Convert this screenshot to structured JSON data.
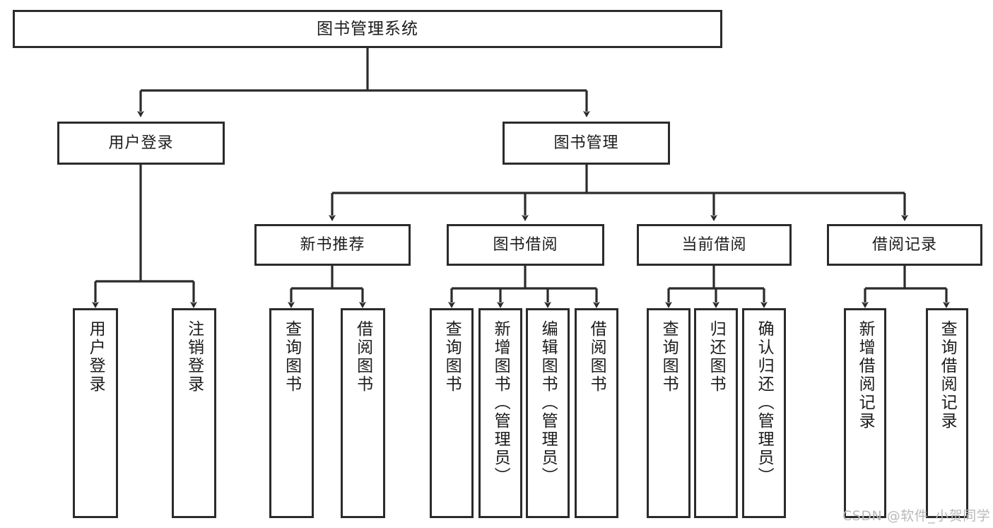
{
  "diagram": {
    "title": "图书管理系统",
    "type": "tree-hierarchy",
    "watermark": "CSDN @软件_小贺同学",
    "colors": {
      "box_border": "#2b2b2b",
      "box_fill": "#ffffff",
      "edge": "#2b2b2b",
      "text": "#1c1c1c",
      "watermark": "#b9b9b9"
    }
  },
  "nodes": {
    "root": {
      "label": "图书管理系统",
      "level": 0
    },
    "level2": [
      {
        "id": "user-login",
        "label": "用户登录"
      },
      {
        "id": "book-management",
        "label": "图书管理"
      }
    ],
    "level3": [
      {
        "id": "new-book-recommend",
        "label": "新书推荐"
      },
      {
        "id": "book-borrow",
        "label": "图书借阅"
      },
      {
        "id": "current-borrow",
        "label": "当前借阅"
      },
      {
        "id": "borrow-record",
        "label": "借阅记录"
      }
    ],
    "leaves": {
      "user-login": [
        {
          "id": "leaf-user-login",
          "label": "用户登录"
        },
        {
          "id": "leaf-logout-login",
          "label": "注销登录"
        }
      ],
      "new-book-recommend": [
        {
          "id": "leaf-query-book-1",
          "label": "查询图书"
        },
        {
          "id": "leaf-borrow-book-1",
          "label": "借阅图书"
        }
      ],
      "book-borrow": [
        {
          "id": "leaf-query-book-2",
          "label": "查询图书"
        },
        {
          "id": "leaf-add-book",
          "label": "新增图书（管理员）"
        },
        {
          "id": "leaf-edit-book",
          "label": "编辑图书（管理员）"
        },
        {
          "id": "leaf-borrow-book-2",
          "label": "借阅图书"
        }
      ],
      "current-borrow": [
        {
          "id": "leaf-query-book-3",
          "label": "查询图书"
        },
        {
          "id": "leaf-return-book",
          "label": "归还图书"
        },
        {
          "id": "leaf-confirm-return",
          "label": "确认归还（管理员）"
        }
      ],
      "borrow-record": [
        {
          "id": "leaf-add-record",
          "label": "新增借阅记录"
        },
        {
          "id": "leaf-query-record",
          "label": "查询借阅记录"
        }
      ]
    }
  }
}
